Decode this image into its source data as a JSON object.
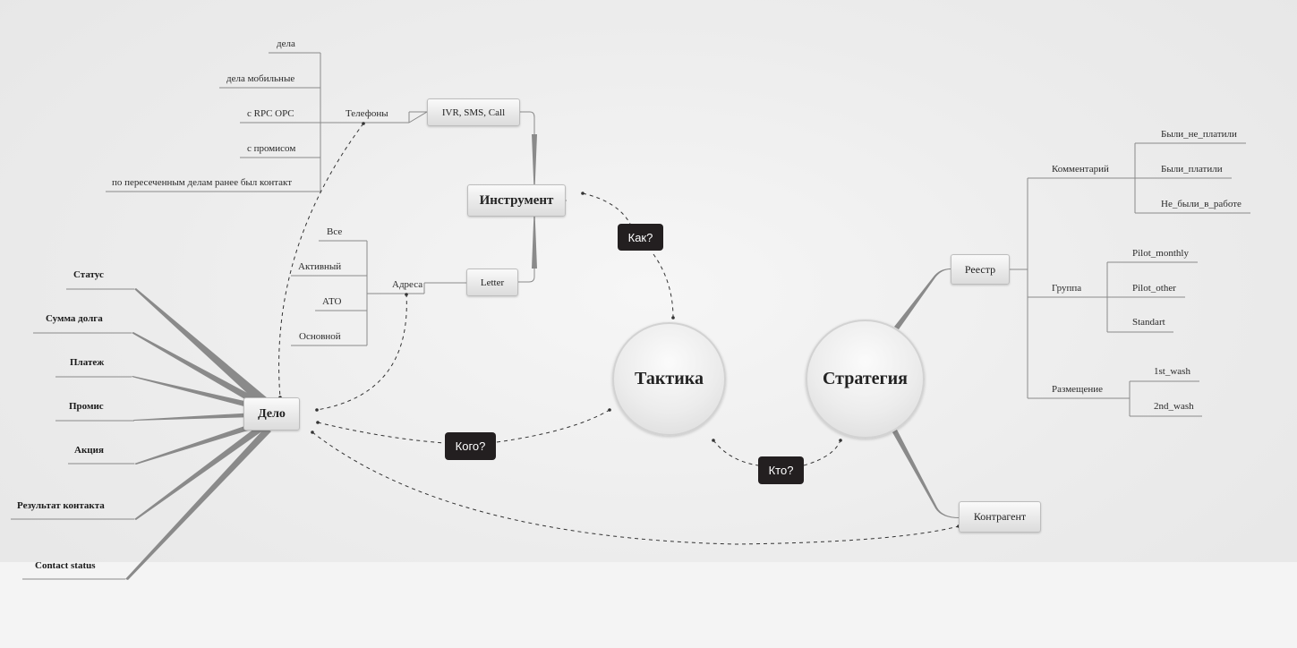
{
  "center": {
    "tactic": "Тактика",
    "strategy": "Стратегия"
  },
  "relations": {
    "how": "Как?",
    "whom": "Кого?",
    "who": "Кто?"
  },
  "instrument": {
    "title": "Инструмент",
    "ivr": "IVR, SMS, Call",
    "letter": "Letter",
    "phones": {
      "label": "Телефоны",
      "items": [
        "дела",
        "дела мобильные",
        "с RPC OPC",
        "с промисом",
        "по пересеченным делам ранее был контакт"
      ]
    },
    "addresses": {
      "label": "Адреса",
      "items": [
        "Все",
        "Активный",
        "АТО",
        "Основной"
      ]
    }
  },
  "case": {
    "title": "Дело",
    "attributes": [
      "Статус",
      "Сумма долга",
      "Платеж",
      "Промис",
      "Акция",
      "Результат контакта",
      "Contact status"
    ]
  },
  "registry": {
    "title": "Реестр",
    "comment": {
      "label": "Комментарий",
      "items": [
        "Были_не_платили",
        "Были_платили",
        "Не_были_в_работе"
      ]
    },
    "group": {
      "label": "Группа",
      "items": [
        "Pilot_monthly",
        "Pilot_other",
        "Standart"
      ]
    },
    "placement": {
      "label": "Размещение",
      "items": [
        "1st_wash",
        "2nd_wash"
      ]
    }
  },
  "counterparty": {
    "title": "Контрагент"
  }
}
